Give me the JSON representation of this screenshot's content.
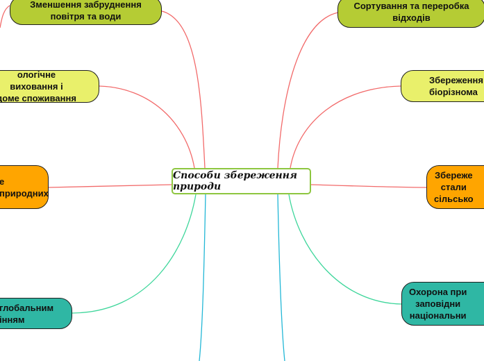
{
  "center": {
    "label": "Способи збереження природи"
  },
  "nodes": [
    {
      "id": "n1",
      "label": "Зменшення забруднення\nповітря та води",
      "color": "#b5cc34"
    },
    {
      "id": "n2",
      "label": "ологічне виховання і\nдоме споживання",
      "color": "#e9f06b"
    },
    {
      "id": "n3",
      "label": "е\nприродних",
      "color": "#ffa500"
    },
    {
      "id": "n4",
      "label": "глобальним\nінням",
      "color": "#2fb7a4"
    },
    {
      "id": "n5",
      "label": "Сортування та переробка\nвідходів",
      "color": "#b5cc34"
    },
    {
      "id": "n6",
      "label": "Збереження\nбіорізнома",
      "color": "#e9f06b"
    },
    {
      "id": "n7",
      "label": "Збереже\nстали\nсільсько",
      "color": "#ffa500"
    },
    {
      "id": "n8",
      "label": "Охорона при\nзаповідни\nнаціональни",
      "color": "#2fb7a4"
    }
  ],
  "link_colors": {
    "red": "#f26a6a",
    "green": "#3ed69b",
    "blue": "#22b7d6"
  }
}
